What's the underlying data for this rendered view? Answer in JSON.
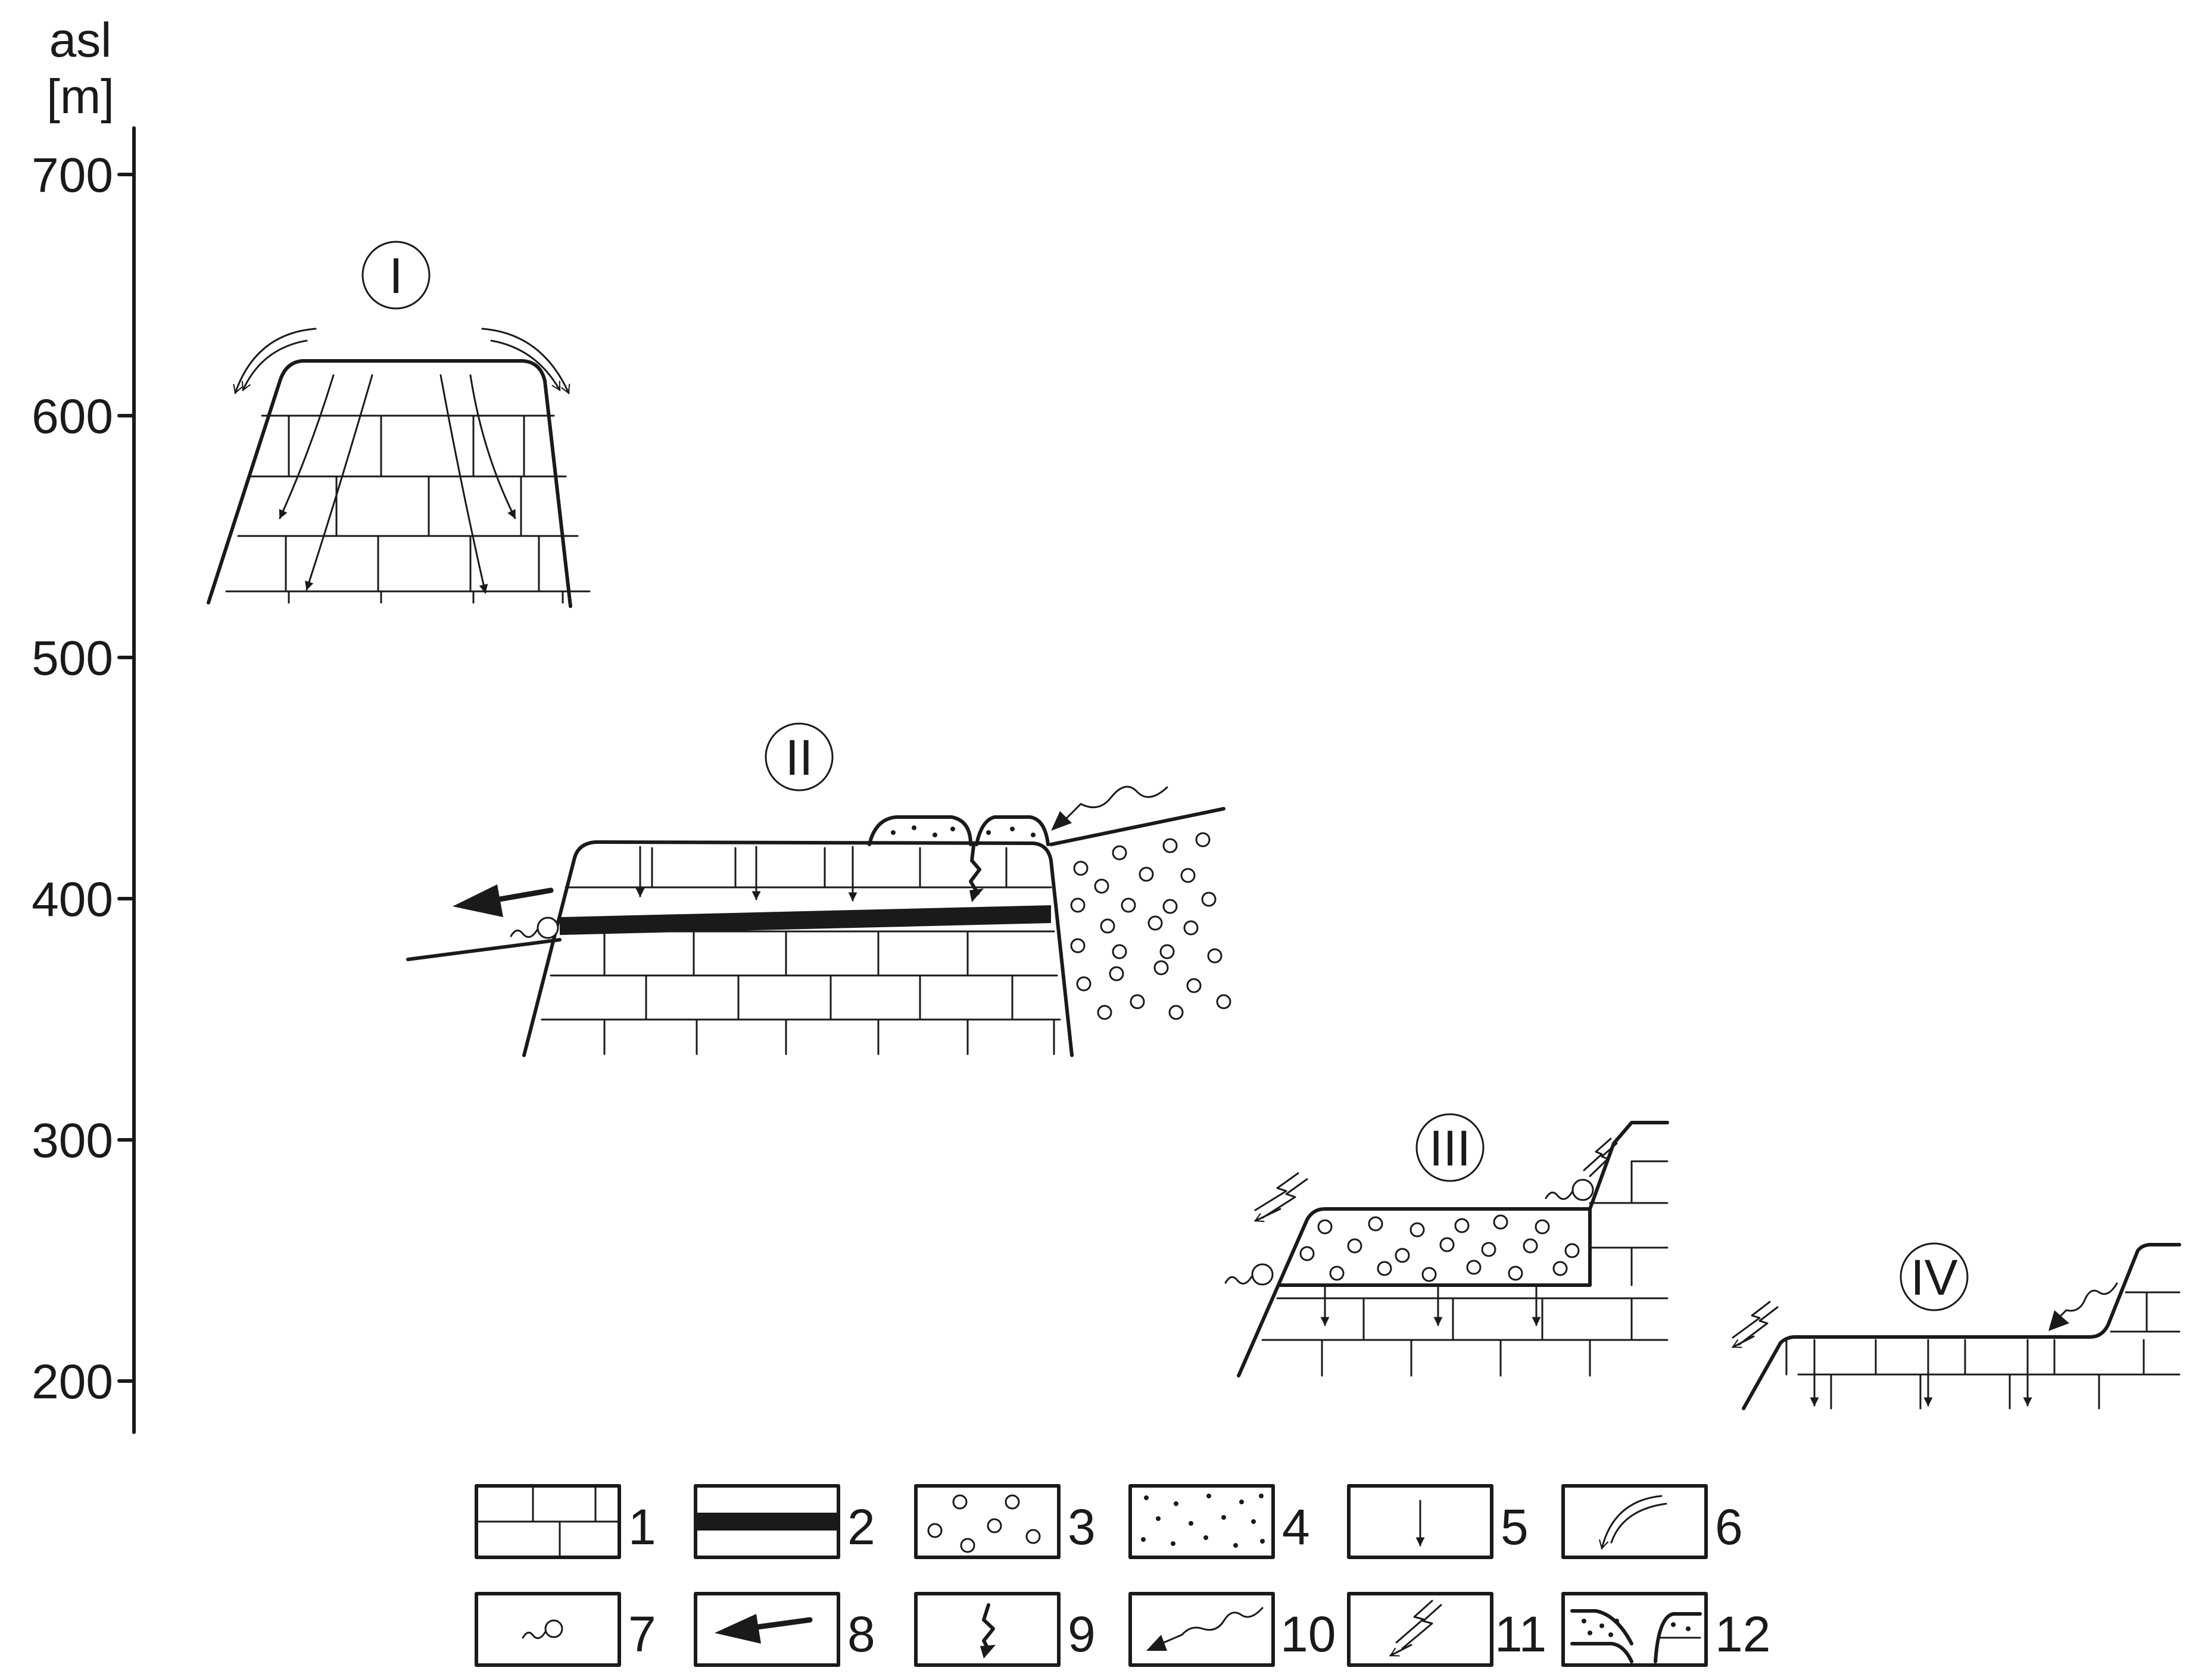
{
  "axis": {
    "unit_line1": "asl",
    "unit_line2": "[m]",
    "ticks": [
      {
        "label": "700",
        "value": 700
      },
      {
        "label": "600",
        "value": 600
      },
      {
        "label": "500",
        "value": 500
      },
      {
        "label": "400",
        "value": 400
      },
      {
        "label": "300",
        "value": 300
      },
      {
        "label": "200",
        "value": 200
      }
    ]
  },
  "stages": [
    {
      "id": "I",
      "label": "I"
    },
    {
      "id": "II",
      "label": "II"
    },
    {
      "id": "III",
      "label": "III"
    },
    {
      "id": "IV",
      "label": "IV"
    }
  ],
  "legend": [
    {
      "number": "1",
      "symbol": "limestone-icon"
    },
    {
      "number": "2",
      "symbol": "impermeable-layer-icon"
    },
    {
      "number": "3",
      "symbol": "gravel-icon"
    },
    {
      "number": "4",
      "symbol": "sand-icon"
    },
    {
      "number": "5",
      "symbol": "vertical-infiltration-arrow-icon"
    },
    {
      "number": "6",
      "symbol": "surface-runoff-arrow-icon"
    },
    {
      "number": "7",
      "symbol": "spring-icon"
    },
    {
      "number": "8",
      "symbol": "groundwater-flow-arrow-icon"
    },
    {
      "number": "9",
      "symbol": "ponor-icon"
    },
    {
      "number": "10",
      "symbol": "river-inflow-arrow-icon"
    },
    {
      "number": "11",
      "symbol": "downcutting-arrow-icon"
    },
    {
      "number": "12",
      "symbol": "doline-icon"
    }
  ]
}
